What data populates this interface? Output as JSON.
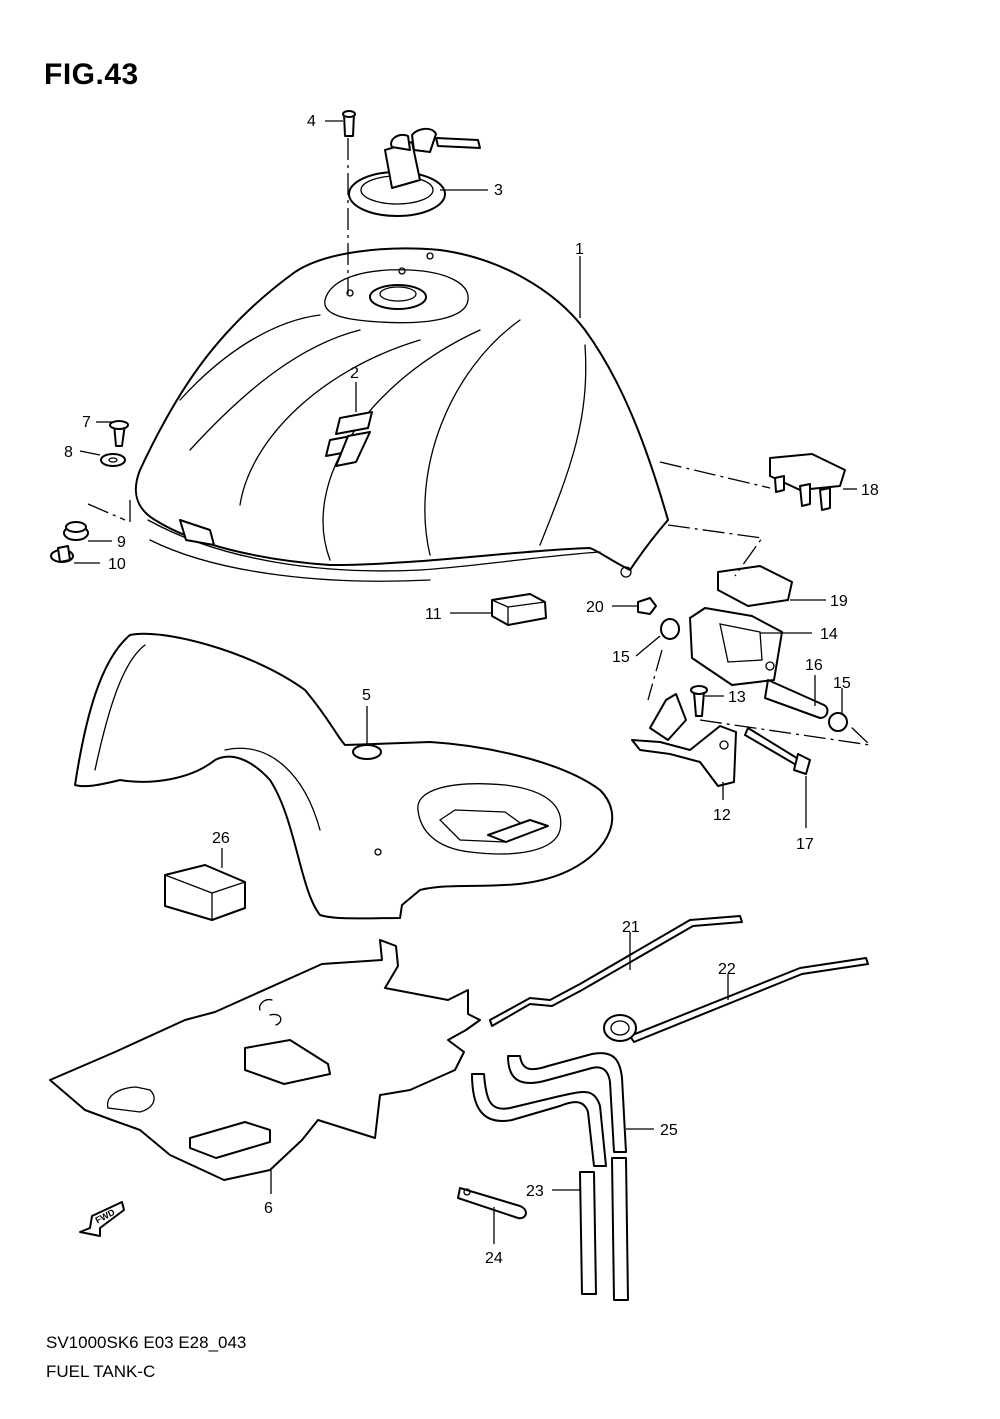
{
  "figure": {
    "title": "FIG.43"
  },
  "footer": {
    "code": "SV1000SK6 E03 E28_043",
    "name": "FUEL TANK-C"
  },
  "fwd_badge": "FWD",
  "callouts": [
    "1",
    "2",
    "3",
    "4",
    "5",
    "6",
    "7",
    "8",
    "9",
    "10",
    "11",
    "12",
    "13",
    "14",
    "15",
    "15",
    "16",
    "17",
    "18",
    "19",
    "20",
    "21",
    "22",
    "23",
    "24",
    "25",
    "26"
  ]
}
